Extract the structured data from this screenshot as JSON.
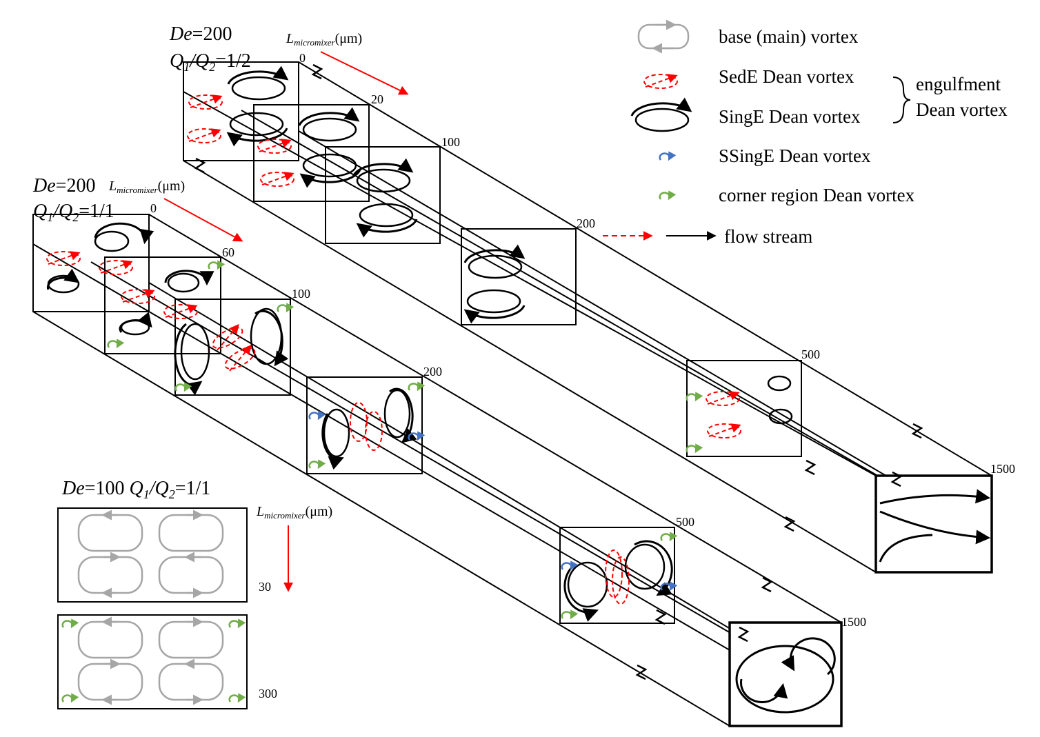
{
  "legend": {
    "base": "base (main) vortex",
    "sede": "SedE Dean vortex",
    "singe": "SingE Dean vortex",
    "ssinge": "SSingE Dean vortex",
    "corner": "corner region Dean vortex",
    "flow": "flow stream",
    "group_line1": "engulfment",
    "group_line2": "Dean vortex"
  },
  "colors": {
    "base": "#a6a6a6",
    "sede": "#ff0000",
    "singe": "#000000",
    "ssinge": "#4472c4",
    "corner": "#70ad47",
    "axis_arrow": "#ff0000"
  },
  "case_half": {
    "de_sym": "De",
    "de_val": "=200",
    "q1": "Q",
    "q1_sub": "1",
    "q2": "/Q",
    "q2_sub": "2",
    "ratio": "=1/2",
    "axis_L": "L",
    "axis_sub": "micromixer",
    "axis_unit": "(μm)",
    "positions": [
      "0",
      "20",
      "100",
      "200",
      "500",
      "1500"
    ]
  },
  "case_one": {
    "de_sym": "De",
    "de_val": "=200",
    "q1": "Q",
    "q1_sub": "1",
    "q2": "/Q",
    "q2_sub": "2",
    "ratio": "=1/1",
    "axis_L": "L",
    "axis_sub": "micromixer",
    "axis_unit": "(μm)",
    "positions": [
      "0",
      "60",
      "100",
      "200",
      "500",
      "1500"
    ]
  },
  "case_low": {
    "title_de": "De",
    "title_val": "=100 ",
    "title_q1": "Q",
    "title_q1_sub": "1",
    "title_q2": "/Q",
    "title_q2_sub": "2",
    "title_ratio": "=1/1",
    "axis_L": "L",
    "axis_sub": "micromixer",
    "axis_unit": "(μm)",
    "positions": [
      "30",
      "300"
    ]
  }
}
